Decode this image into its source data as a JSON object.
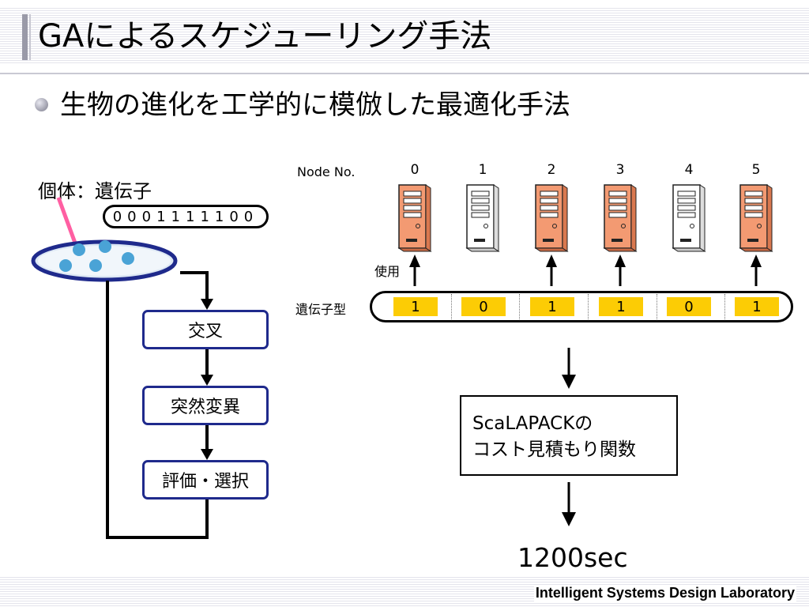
{
  "slide": {
    "title": "GAによるスケジューリング手法",
    "bullet": "生物の進化を工学的に模倣した最適化手法",
    "footer": "Intelligent Systems Design Laboratory"
  },
  "left": {
    "individual_label": "個体：遺伝子",
    "gene_string": "0001111100",
    "flow": [
      "交叉",
      "突然変異",
      "評価・選択"
    ]
  },
  "right": {
    "node_header": "Node No.",
    "nodes": [
      {
        "num": "0",
        "used": true
      },
      {
        "num": "1",
        "used": false
      },
      {
        "num": "2",
        "used": true
      },
      {
        "num": "3",
        "used": true
      },
      {
        "num": "4",
        "used": false
      },
      {
        "num": "5",
        "used": true
      }
    ],
    "use_label": "使用",
    "genotype_label": "遺伝子型",
    "genes": [
      "1",
      "0",
      "1",
      "1",
      "0",
      "1"
    ],
    "cost_line1": "ScaLAPACKの",
    "cost_line2": "コスト見積もり関数",
    "result": "1200sec"
  },
  "colors": {
    "used_server": "#f39a72",
    "unused_server": "#ffffff",
    "gene_fill": "#fccc05",
    "flow_border": "#1f2a8c",
    "pointer": "#ff5fa2",
    "population_fill": "#4aa3d6"
  }
}
